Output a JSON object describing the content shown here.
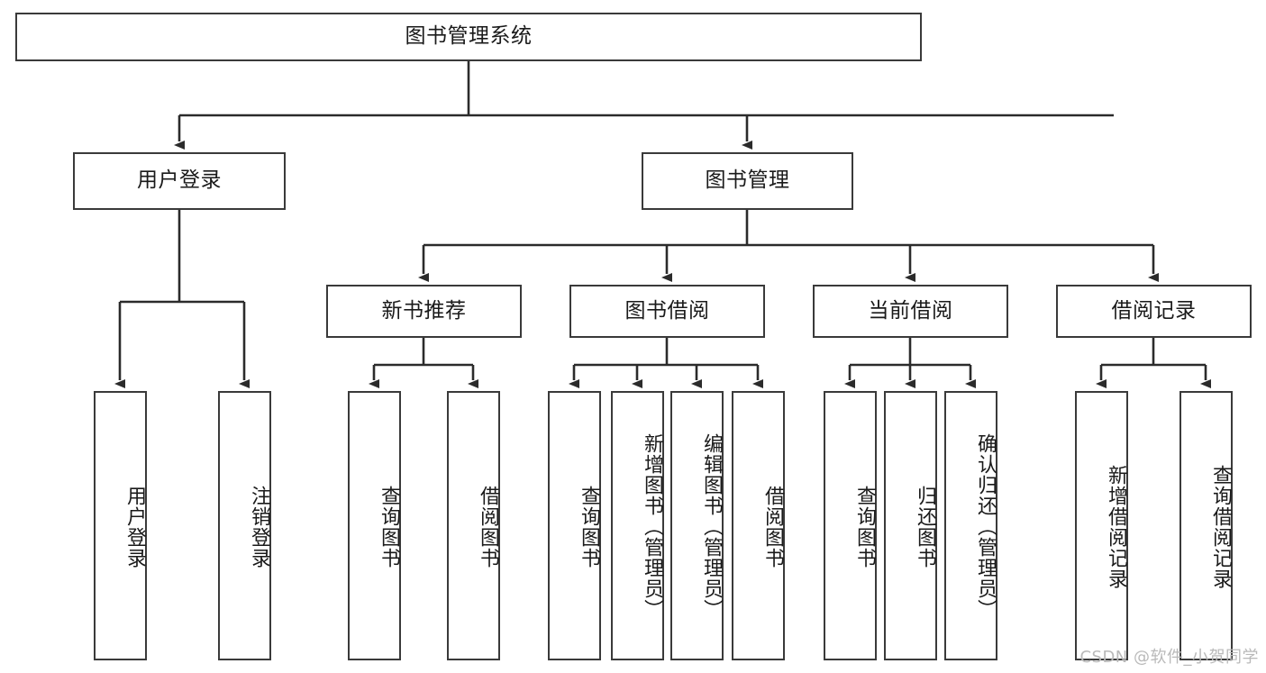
{
  "diagram": {
    "title": "图书管理系统",
    "type": "tree",
    "root": {
      "label": "图书管理系统"
    },
    "level2": [
      {
        "id": "user-login",
        "label": "用户登录"
      },
      {
        "id": "book-manage",
        "label": "图书管理"
      }
    ],
    "level3": [
      {
        "id": "new-book-recommend",
        "label": "新书推荐",
        "parent": "book-manage"
      },
      {
        "id": "book-borrow",
        "label": "图书借阅",
        "parent": "book-manage"
      },
      {
        "id": "current-borrow",
        "label": "当前借阅",
        "parent": "book-manage"
      },
      {
        "id": "borrow-record",
        "label": "借阅记录",
        "parent": "book-manage"
      }
    ],
    "leaves": [
      {
        "id": "leaf-user-login",
        "label": "用户登录",
        "parent": "user-login"
      },
      {
        "id": "leaf-logout-login",
        "label": "注销登录",
        "parent": "user-login"
      },
      {
        "id": "leaf-query-book-1",
        "label": "查询图书",
        "parent": "new-book-recommend"
      },
      {
        "id": "leaf-borrow-book-1",
        "label": "借阅图书",
        "parent": "new-book-recommend"
      },
      {
        "id": "leaf-query-book-2",
        "label": "查询图书",
        "parent": "book-borrow"
      },
      {
        "id": "leaf-add-book",
        "label": "新增图书（管理员）",
        "parent": "book-borrow"
      },
      {
        "id": "leaf-edit-book",
        "label": "编辑图书（管理员）",
        "parent": "book-borrow"
      },
      {
        "id": "leaf-borrow-book-2",
        "label": "借阅图书",
        "parent": "book-borrow"
      },
      {
        "id": "leaf-query-book-3",
        "label": "查询图书",
        "parent": "current-borrow"
      },
      {
        "id": "leaf-return-book",
        "label": "归还图书",
        "parent": "current-borrow"
      },
      {
        "id": "leaf-confirm-return",
        "label": "确认归还（管理员）",
        "parent": "current-borrow"
      },
      {
        "id": "leaf-add-record",
        "label": "新增借阅记录",
        "parent": "borrow-record"
      },
      {
        "id": "leaf-query-record",
        "label": "查询借阅记录",
        "parent": "borrow-record"
      }
    ]
  },
  "watermark": {
    "text": "CSDN @软件_小贺同学"
  },
  "colors": {
    "stroke": "#3a3a3a",
    "text": "#1a1a1a",
    "background": "#ffffff",
    "watermark": "#b9b9b9"
  }
}
